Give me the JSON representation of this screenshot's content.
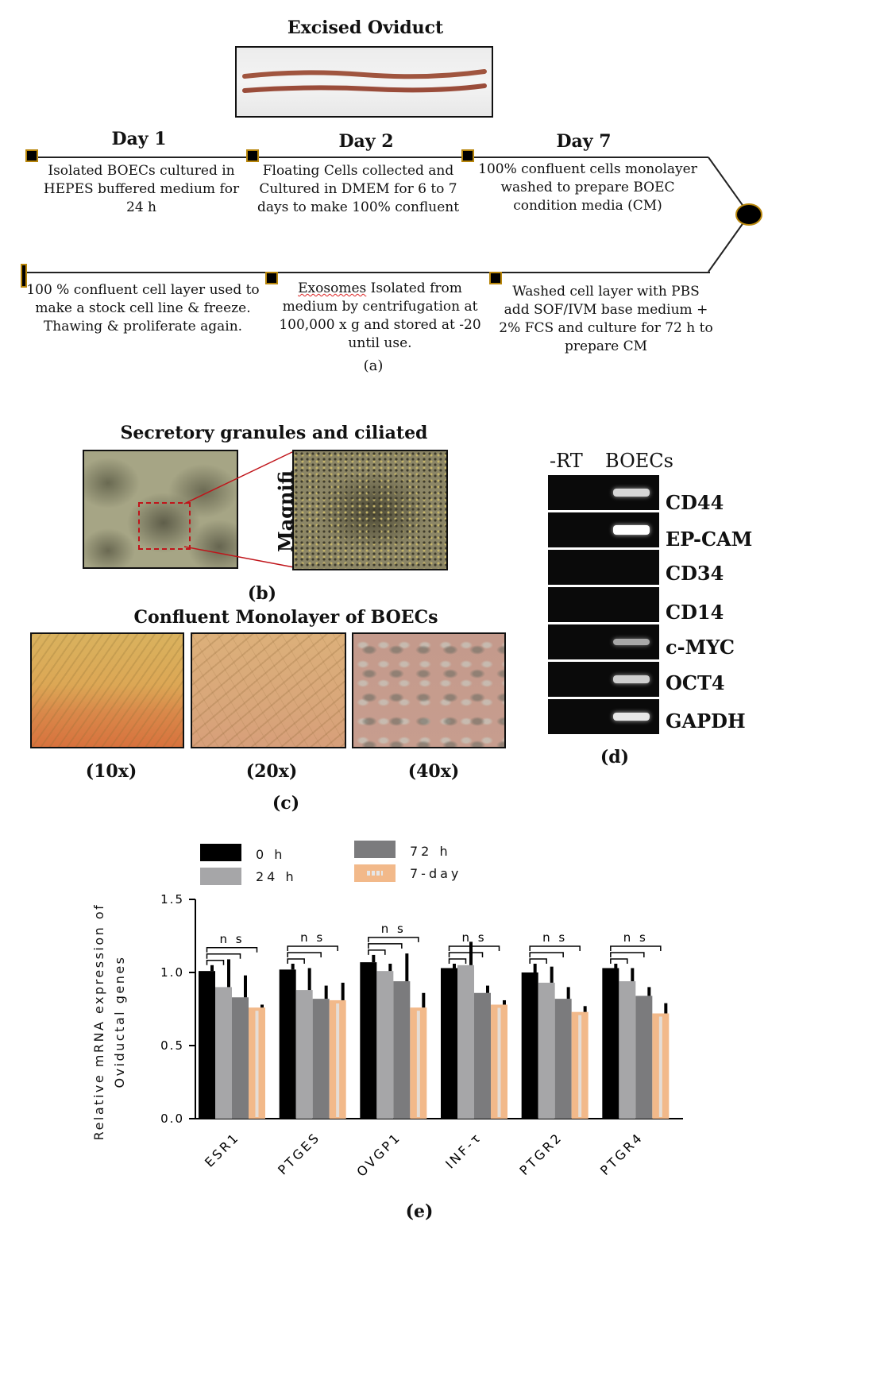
{
  "panel_a": {
    "title": "Excised Oviduct",
    "days": [
      {
        "label": "Day 1",
        "text": "Isolated BOECs cultured in HEPES buffered medium for 24 h"
      },
      {
        "label": "Day 2",
        "text": "Floating Cells collected and Cultured in DMEM for 6 to 7 days to make 100% confluent"
      },
      {
        "label": "Day 7",
        "text": "100% confluent cells monolayer washed to prepare BOEC condition media (CM)"
      }
    ],
    "bottom_steps": [
      {
        "text": "100 % confluent cell layer used to make a stock cell line & freeze. Thawing & proliferate again."
      },
      {
        "text_first": "Exosomes",
        "text_rest": " Isolated from medium by centrifugation at 100,000 x g and stored at -20 until use."
      },
      {
        "text": "Washed cell layer with PBS add SOF/IVM base medium + 2% FCS and culture for 72 h to prepare CM"
      }
    ],
    "label": "(a)"
  },
  "panel_b": {
    "title": "Secretory granules and ciliated",
    "magnify_label": "Magnifi",
    "label": "(b)"
  },
  "panel_c": {
    "title": "Confluent Monolayer of BOECs",
    "images": [
      {
        "mag": "(10x)"
      },
      {
        "mag": "(20x)"
      },
      {
        "mag": "(40x)"
      }
    ],
    "label": "(c)"
  },
  "panel_d": {
    "col_headers": [
      "-RT",
      "BOECs"
    ],
    "genes": [
      {
        "name": "CD44",
        "band": 0.75
      },
      {
        "name": "EP-CAM",
        "band": 1.0
      },
      {
        "name": "CD34",
        "band": 0
      },
      {
        "name": "CD14",
        "band": 0
      },
      {
        "name": "c-MYC",
        "band": 0.45
      },
      {
        "name": "OCT4",
        "band": 0.7
      },
      {
        "name": "GAPDH",
        "band": 0.85
      }
    ],
    "label": "(d)"
  },
  "panel_e": {
    "label": "(e)",
    "chart_data": {
      "type": "bar",
      "categories": [
        "ESR1",
        "PTGES",
        "OVGP1",
        "INF-τ",
        "PTGR2",
        "PTGR4"
      ],
      "series": [
        {
          "name": "0 h",
          "color": "#000000",
          "values": [
            1.01,
            1.02,
            1.07,
            1.03,
            1.0,
            1.03
          ],
          "errors": [
            0.04,
            0.04,
            0.05,
            0.03,
            0.06,
            0.03
          ]
        },
        {
          "name": "24 h",
          "color": "#a6a6a8",
          "values": [
            0.9,
            0.88,
            1.01,
            1.05,
            0.93,
            0.94
          ],
          "errors": [
            0.19,
            0.15,
            0.05,
            0.16,
            0.11,
            0.09
          ]
        },
        {
          "name": "72 h",
          "color": "#7b7b7d",
          "values": [
            0.83,
            0.82,
            0.94,
            0.86,
            0.82,
            0.84
          ],
          "errors": [
            0.15,
            0.09,
            0.19,
            0.05,
            0.08,
            0.06
          ]
        },
        {
          "name": "7-day",
          "color": "#f2b98a",
          "values": [
            0.76,
            0.81,
            0.76,
            0.78,
            0.73,
            0.72
          ],
          "errors": [
            0.02,
            0.12,
            0.1,
            0.03,
            0.04,
            0.07
          ]
        }
      ],
      "ylabel_line1": "Relative mRNA expression of",
      "ylabel_line2": "Oviductal genes",
      "ylim": [
        0,
        1.5
      ],
      "yticks": [
        "0.0",
        "0.5",
        "1.0",
        "1.5"
      ],
      "significance": "n s",
      "legend_position": "top"
    }
  }
}
